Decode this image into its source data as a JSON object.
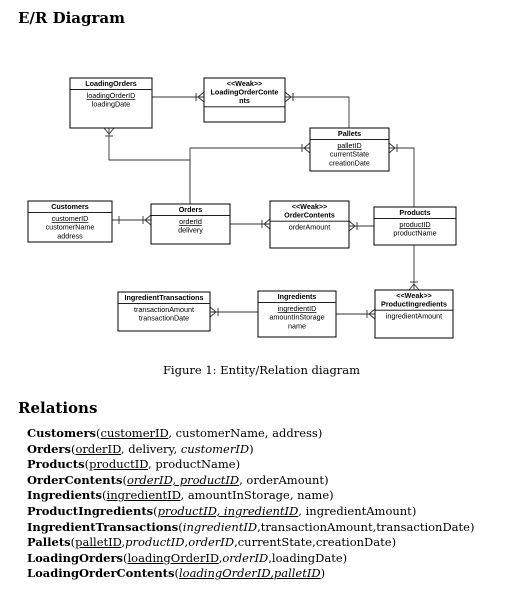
{
  "heading": "E/R Diagram",
  "caption": "Figure 1: Entity/Relation diagram",
  "relations_heading": "Relations",
  "diagram": {
    "loading_orders": {
      "title": "LoadingOrders",
      "attrs": [
        {
          "text": "loadingOrderID",
          "underline": true
        },
        {
          "text": "loadingDate"
        }
      ]
    },
    "loading_order_contents": {
      "title": [
        "<<Weak>>",
        "LoadingOrderConte",
        "nts"
      ]
    },
    "pallets": {
      "title": "Pallets",
      "attrs": [
        {
          "text": "palletID",
          "underline": true
        },
        {
          "text": "currentState"
        },
        {
          "text": "creationDate"
        }
      ]
    },
    "customers": {
      "title": "Customers",
      "attrs": [
        {
          "text": "customerID",
          "underline": true
        },
        {
          "text": "customerName"
        },
        {
          "text": "address"
        }
      ]
    },
    "orders": {
      "title": "Orders",
      "attrs": [
        {
          "text": "orderId",
          "underline": true
        },
        {
          "text": "delivery"
        }
      ]
    },
    "order_contents": {
      "title": [
        "<<Weak>>",
        "OrderContents"
      ],
      "attrs": [
        {
          "text": "orderAmount"
        }
      ]
    },
    "products": {
      "title": "Products",
      "attrs": [
        {
          "text": "productID",
          "underline": true
        },
        {
          "text": "productName"
        }
      ]
    },
    "ingredient_transactions": {
      "title": "IngredientTransactions",
      "attrs": [
        {
          "text": "transactionAmount"
        },
        {
          "text": "transactionDate"
        }
      ]
    },
    "ingredients": {
      "title": "Ingredients",
      "attrs": [
        {
          "text": "ingredientID",
          "underline": true
        },
        {
          "text": "amountInStorage"
        },
        {
          "text": "name"
        }
      ]
    },
    "product_ingredients": {
      "title": [
        "<<Weak>>",
        "ProductIngredients"
      ],
      "attrs": [
        {
          "text": "ingredientAmount"
        }
      ]
    }
  },
  "relations": [
    {
      "name": "Customers",
      "parts": [
        {
          "t": "customerID",
          "u": true
        },
        {
          "t": ", customerName, address"
        }
      ]
    },
    {
      "name": "Orders",
      "parts": [
        {
          "t": "orderID",
          "u": true
        },
        {
          "t": ", delivery, "
        },
        {
          "t": "customerID",
          "i": true
        }
      ]
    },
    {
      "name": "Products",
      "parts": [
        {
          "t": "productID",
          "u": true
        },
        {
          "t": ", productName"
        }
      ]
    },
    {
      "name": "OrderContents",
      "parts": [
        {
          "t": "orderID, productID",
          "u": true,
          "i": true
        },
        {
          "t": ", orderAmount"
        }
      ]
    },
    {
      "name": "Ingredients",
      "parts": [
        {
          "t": "ingredientID",
          "u": true
        },
        {
          "t": ", amountInStorage, name"
        }
      ]
    },
    {
      "name": "ProductIngredients",
      "parts": [
        {
          "t": "productID, ingredientID",
          "u": true,
          "i": true
        },
        {
          "t": ", ingredientAmount"
        }
      ]
    },
    {
      "name": "IngredientTransactions",
      "parts": [
        {
          "t": "ingredientID",
          "i": true
        },
        {
          "t": ",transactionAmount,transactionDate"
        }
      ]
    },
    {
      "name": "Pallets",
      "parts": [
        {
          "t": "palletID",
          "u": true
        },
        {
          "t": ","
        },
        {
          "t": "productID",
          "i": true
        },
        {
          "t": ","
        },
        {
          "t": "orderID",
          "i": true
        },
        {
          "t": ",currentState,creationDate"
        }
      ]
    },
    {
      "name": "LoadingOrders",
      "parts": [
        {
          "t": "loadingOrderID",
          "u": true
        },
        {
          "t": ","
        },
        {
          "t": "orderID",
          "i": true
        },
        {
          "t": ",loadingDate"
        }
      ]
    },
    {
      "name": "LoadingOrderContents",
      "parts": [
        {
          "t": "loadingOrderID,palletID",
          "u": true,
          "i": true
        }
      ]
    }
  ]
}
